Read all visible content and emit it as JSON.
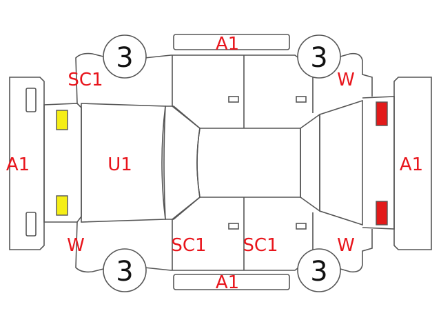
{
  "colors": {
    "code_text": "#e8141b",
    "outline": "#555555",
    "front_lamp": "#f5ee16",
    "rear_lamp": "#e21a1a"
  },
  "codes": {
    "front_bumper": "A1",
    "rear_bumper": "A1",
    "top_side": "A1",
    "bottom_side": "A1",
    "hood": "U1",
    "left_front_fender": "SC1",
    "bottom_front_door": "SC1",
    "bottom_rear_door": "SC1",
    "left_bottom_fender": "W",
    "right_top_fender": "W",
    "right_bottom_fender": "W"
  },
  "wheels": {
    "top_front": "3",
    "top_rear": "3",
    "bottom_front": "3",
    "bottom_rear": "3"
  }
}
